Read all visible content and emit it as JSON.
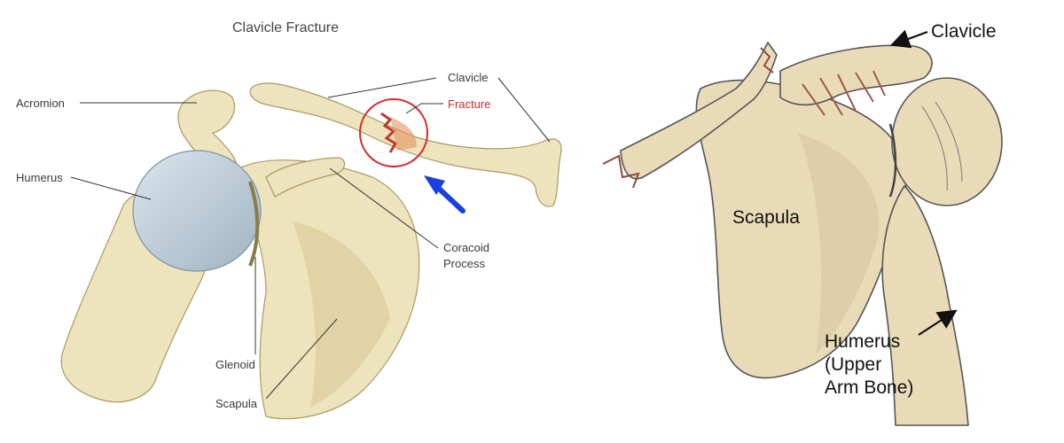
{
  "left_figure": {
    "title": "Clavicle Fracture",
    "labels": {
      "acromion": "Acromion",
      "humerus": "Humerus",
      "clavicle": "Clavicle",
      "fracture": "Fracture",
      "coracoid_line1": "Coracoid",
      "coracoid_line2": "Process",
      "glenoid": "Glenoid",
      "scapula": "Scapula"
    },
    "colors": {
      "fracture_circle": "#d8262a",
      "pointer_arrow": "#1a3fe0",
      "humeral_head": "#b9c9d4"
    }
  },
  "right_figure": {
    "labels": {
      "clavicle": "Clavicle",
      "scapula": "Scapula",
      "humerus_line1": "Humerus",
      "humerus_line2": "(Upper",
      "humerus_line3": "Arm Bone)"
    }
  }
}
